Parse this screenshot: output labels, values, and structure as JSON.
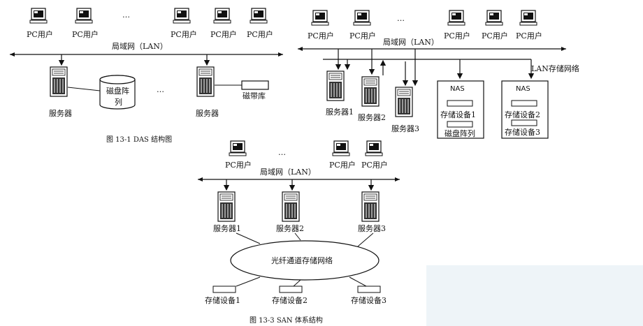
{
  "das": {
    "pc_label": "PC用户",
    "ellipsis": "…",
    "lan": "局域网（LAN）",
    "server": "服务器",
    "disk_array": [
      "磁盘阵",
      "列"
    ],
    "tape": "磁带库",
    "caption": "图 13-1   DAS 结构图"
  },
  "nas": {
    "pc_label": "PC用户",
    "ellipsis": "…",
    "lan": "局域网（LAN）",
    "lan_storage": "LAN存储网络",
    "servers": [
      "服务器1",
      "服务器2",
      "服务器3"
    ],
    "nas_title": "NAS",
    "nas1_items": [
      "存储设备1",
      "磁盘阵列"
    ],
    "nas2_items": [
      "存储设备2",
      "存储设备3"
    ]
  },
  "san": {
    "pc_label": "PC用户",
    "ellipsis": "…",
    "lan": "局域网（LAN）",
    "servers": [
      "服务器1",
      "服务器2",
      "服务器3"
    ],
    "fiber": "光纤通道存储网络",
    "storage": [
      "存储设备1",
      "存储设备2",
      "存储设备3"
    ],
    "caption": "图 13-3   SAN 体系结构"
  },
  "colors": {
    "ink": "#111111",
    "panel_bg": "#ffffff",
    "page_bg": "#f4f4f4"
  }
}
